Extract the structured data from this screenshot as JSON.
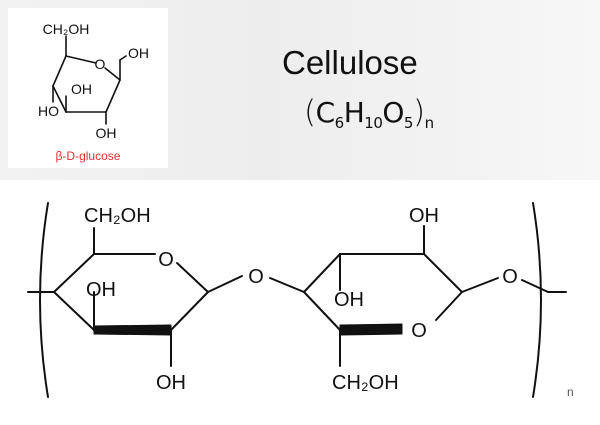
{
  "title": "Cellulose",
  "formula": {
    "c": "C",
    "c_sub": "6",
    "h": "H",
    "h_sub": "10",
    "o": "O",
    "o_sub": "5",
    "repeat": "n"
  },
  "glucose": {
    "caption": "β-D-glucose",
    "ch2oh": "CH₂OH",
    "ring_o": "O",
    "oh_right": "OH",
    "oh_inner": "OH",
    "ho_left": "HO",
    "oh_bottom": "OH",
    "caption_color": "#e03030"
  },
  "chain": {
    "left_ch2oh": "CH₂OH",
    "left_ring_o": "O",
    "left_oh_inner": "OH",
    "left_oh_bottom": "OH",
    "bridge_o": "O",
    "right_oh_top": "OH",
    "right_oh_inner": "OH",
    "right_ring_o": "O",
    "right_ch2oh": "CH₂OH",
    "end_o": "O",
    "repeat": "n"
  }
}
